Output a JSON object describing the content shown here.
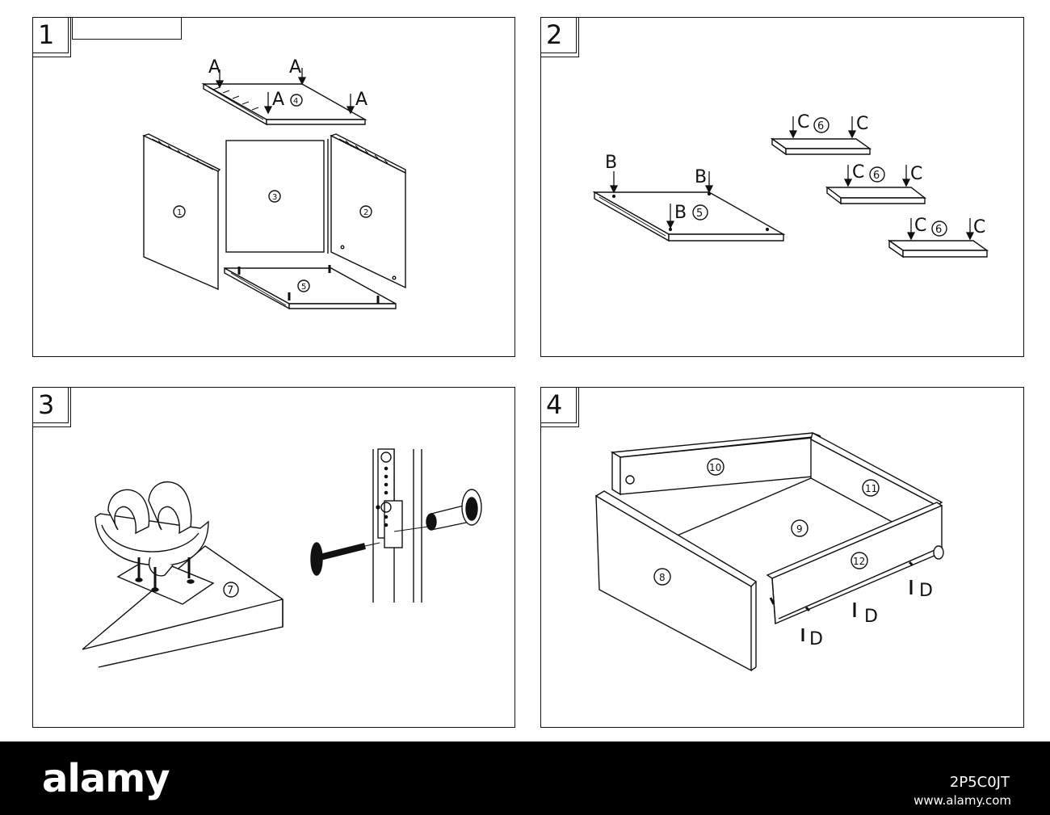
{
  "steps": [
    {
      "number": "1",
      "labels": {
        "a1": "A",
        "a2": "A",
        "a3": "A",
        "a4": "A",
        "p1": "1",
        "p2": "2",
        "p3": "3",
        "p4": "4",
        "p5": "5"
      }
    },
    {
      "number": "2",
      "labels": {
        "b1": "B",
        "b2": "B",
        "b3": "B",
        "p5": "5",
        "c1": "C",
        "c2": "C",
        "c3": "C",
        "c4": "C",
        "c5": "C",
        "c6": "C",
        "p6a": "6",
        "p6b": "6",
        "p6c": "6"
      }
    },
    {
      "number": "3",
      "labels": {
        "p7": "7"
      }
    },
    {
      "number": "4",
      "labels": {
        "p8": "8",
        "p9": "9",
        "p10": "10",
        "p11": "11",
        "p12": "12",
        "d1": "D",
        "d2": "D",
        "d3": "D"
      }
    }
  ],
  "footer": {
    "logo": "alamy",
    "image_id": "2P5C0JT",
    "url": "www.alamy.com"
  },
  "colors": {
    "line": "#111111",
    "background": "#ffffff",
    "footer": "#000000"
  }
}
